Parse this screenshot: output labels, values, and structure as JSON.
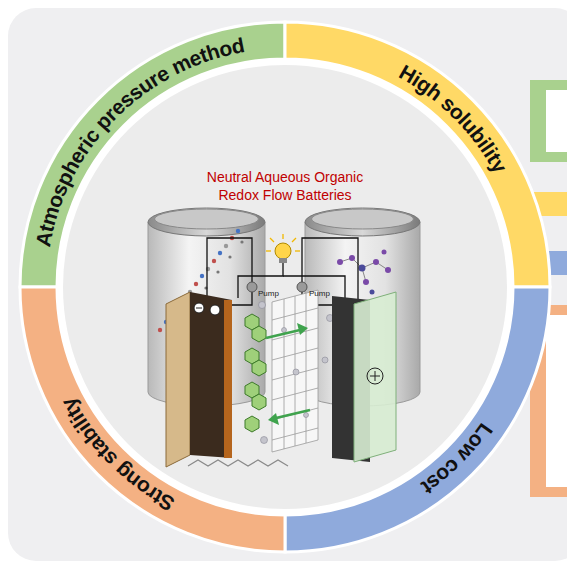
{
  "diagram": {
    "title": "Neutral Aqueous Organic Redox Flow Batteries",
    "nodes": [
      {
        "text": [
          "Atmospheric pressure method"
        ]
      },
      {
        "text": [
          "High solubility"
        ]
      },
      {
        "text": [
          "Low cost"
        ]
      },
      {
        "text": [
          "Strong stability"
        ]
      }
    ],
    "labels": [
      "Pump",
      "Pump"
    ]
  }
}
